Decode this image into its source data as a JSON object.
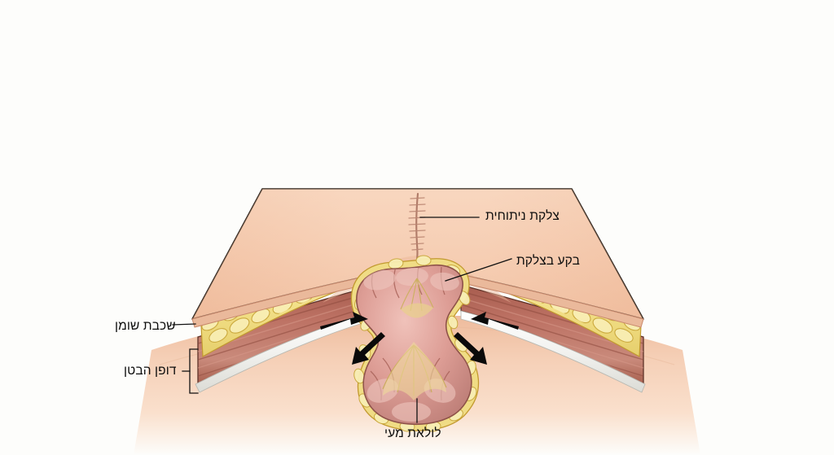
{
  "figure": {
    "title": "Incisional hernia cross-section illustration",
    "language": "he",
    "background_color": "#fdfdfb"
  },
  "labels": {
    "scar": "צלקת ניתוחית",
    "hernia": "בקע בצלקת",
    "fat": "שכבת שומן",
    "wall": "דופן הבטן",
    "bowel": "לולאת מעי"
  },
  "colors": {
    "background": "#fdfdfb",
    "skin_flap": "#f6cdb2",
    "skin_flap_shadow": "#eab99b",
    "skin_body": "#f7d5bd",
    "skin_body_deep": "#f0bd9e",
    "dermis_line": "#e0a183",
    "fat": "#f4e391",
    "fat_outline": "#c9a63a",
    "fat_shadow": "#e8d279",
    "muscle": "#b4685a",
    "muscle_dark": "#9d5548",
    "muscle_light": "#c98274",
    "peritoneum": "#f4f4f2",
    "bowel": "#dd9b93",
    "bowel_dark": "#b97169",
    "bowel_light": "#ebb8b0",
    "mesentery": "#e8cf8e",
    "scar_line": "#b07b68",
    "outline": "#2b2119",
    "leader_line": "#111111",
    "arrow": "#0a0a0a",
    "text": "#0d0d0d"
  },
  "anatomy": {
    "layers": [
      "skin flap",
      "subcutaneous fat layer",
      "abdominal wall muscle",
      "peritoneum",
      "bowel loop"
    ],
    "scar": {
      "orientation": "vertical midline",
      "suture_marks": 11
    },
    "arrows": [
      {
        "name": "pressure-arrow-left-inward",
        "direction": "right"
      },
      {
        "name": "pressure-arrow-right-inward",
        "direction": "left"
      },
      {
        "name": "pressure-arrow-left-outward",
        "direction": "down-left"
      },
      {
        "name": "pressure-arrow-right-outward",
        "direction": "down-right"
      }
    ]
  },
  "leaders": {
    "scar_line": "from scar midline rightwards to label",
    "hernia_line": "from bowel sac upper-right to label",
    "fat_line": "from fat layer leftwards to label",
    "wall_bracket": "square bracket spanning abdominal wall muscle",
    "bowel_line": "from bowel loop downwards to label"
  }
}
